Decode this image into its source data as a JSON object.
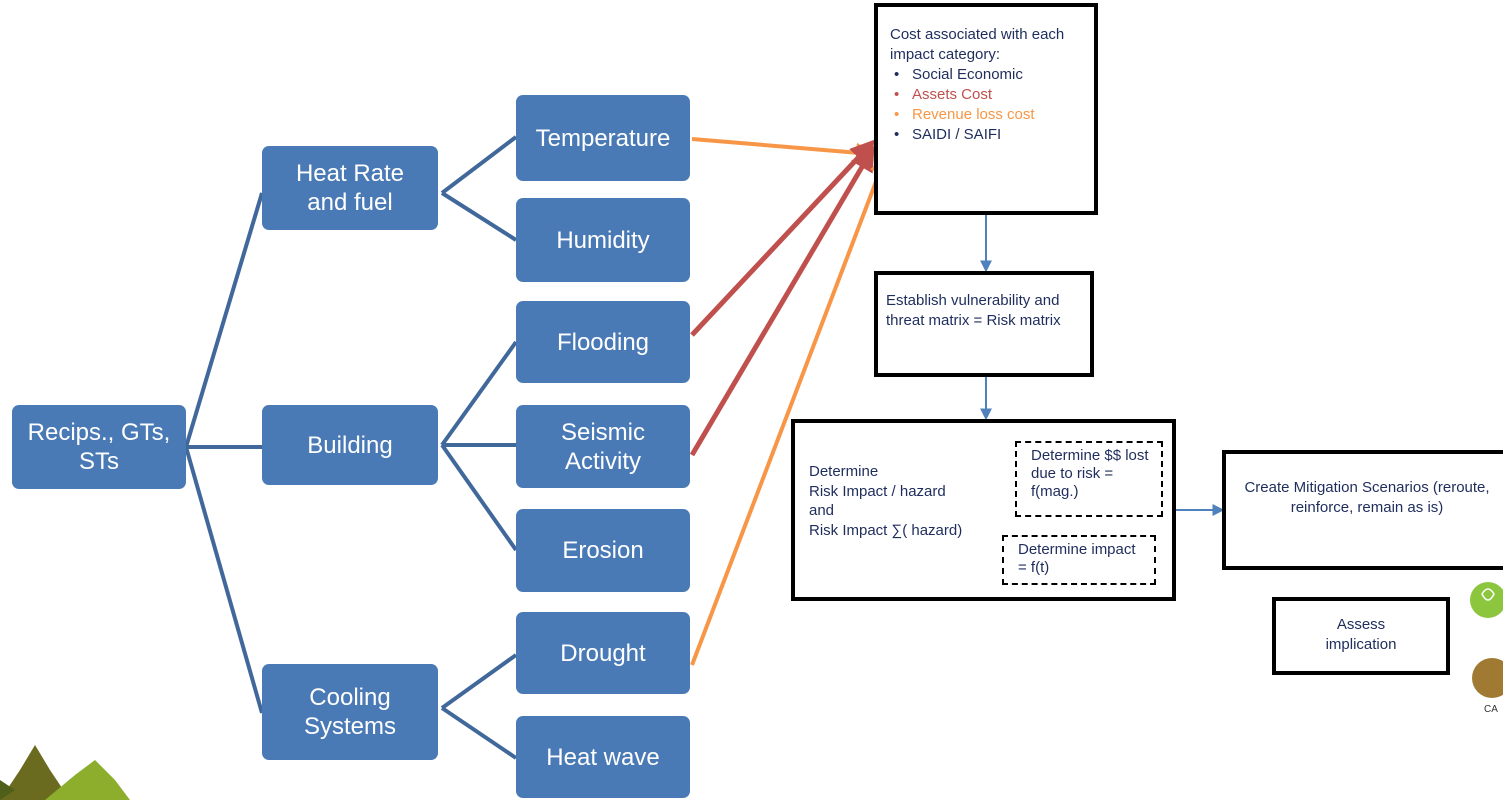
{
  "root": {
    "label": "Recips., GTs,\nSTs"
  },
  "categories": [
    {
      "label": "Heat Rate\nand fuel"
    },
    {
      "label": "Building"
    },
    {
      "label": "Cooling\nSystems"
    }
  ],
  "hazards": [
    {
      "label": "Temperature"
    },
    {
      "label": "Humidity"
    },
    {
      "label": "Flooding"
    },
    {
      "label": "Seismic\nActivity"
    },
    {
      "label": "Erosion"
    },
    {
      "label": "Drought"
    },
    {
      "label": "Heat wave"
    }
  ],
  "cost_box": {
    "intro": "Cost associated with each impact category:",
    "items": [
      {
        "text": "Social Economic",
        "color": "#1f2d5c"
      },
      {
        "text": "Assets Cost",
        "color": "#c0504d"
      },
      {
        "text": "Revenue loss cost",
        "color": "#f79646"
      },
      {
        "text": "SAIDI / SAIFI",
        "color": "#1f2d5c"
      }
    ]
  },
  "risk_matrix_box": {
    "text": "Establish vulnerability and threat matrix = Risk matrix"
  },
  "impact_box": {
    "line1": "Determine",
    "line2": "Risk Impact / hazard",
    "line3": "and",
    "line4": "Risk Impact ∑( hazard)",
    "dollars_note": "Determine $$ lost due to risk = f(mag.)",
    "time_note": "Determine impact = f(t)"
  },
  "mitigation_box": {
    "text": "Create Mitigation Scenarios (reroute, reinforce, remain as is)"
  },
  "assess_box": {
    "text": "Assess implication"
  },
  "corner_logo": {
    "text": "CA"
  },
  "colors": {
    "node_fill": "#4a7ab5",
    "tree_line": "#41689a",
    "assets_arrow": "#c0504d",
    "revenue_arrow": "#f79646",
    "flow_arrow": "#4f81bd",
    "text_dark": "#1f2d5c"
  }
}
